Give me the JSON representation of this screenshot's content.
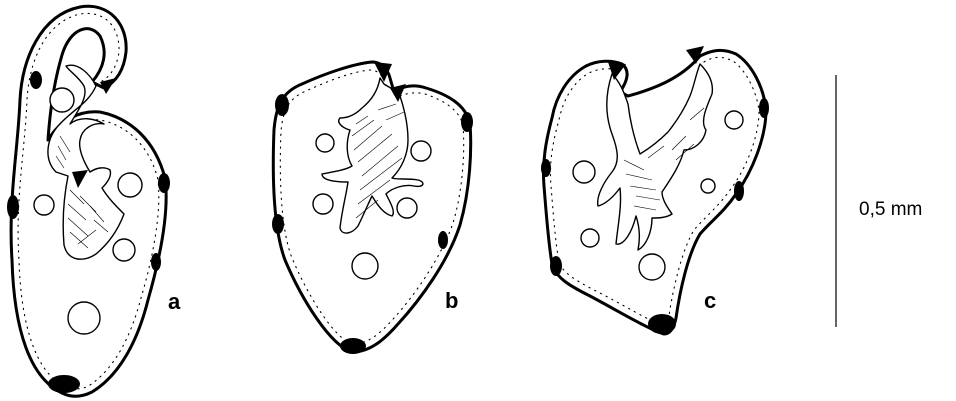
{
  "panels": [
    {
      "id": "a",
      "label": "a"
    },
    {
      "id": "b",
      "label": "b"
    },
    {
      "id": "c",
      "label": "c"
    }
  ],
  "scale_bar": {
    "label": "0,5 mm"
  }
}
